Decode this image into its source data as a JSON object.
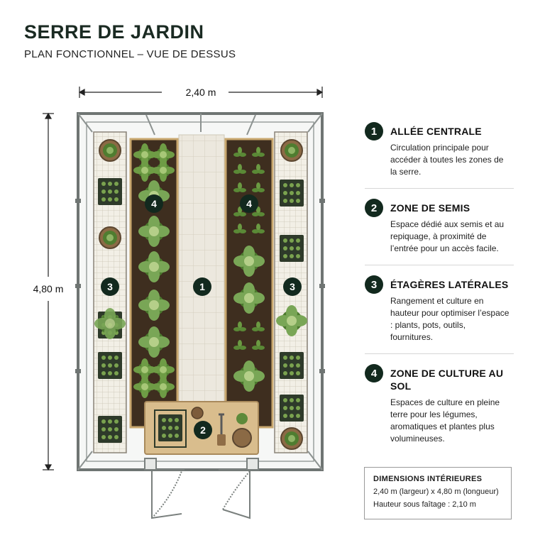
{
  "header": {
    "title": "SERRE DE JARDIN",
    "subtitle": "PLAN FONCTIONNEL – VUE DE DESSUS"
  },
  "dimensions": {
    "width_label": "2,40 m",
    "length_label": "4,80 m"
  },
  "plan_markers": [
    "1",
    "2",
    "3",
    "4"
  ],
  "legend": [
    {
      "number": "1",
      "title": "ALLÉE CENTRALE",
      "description": "Circulation principale pour accéder à toutes les zones de la serre."
    },
    {
      "number": "2",
      "title": "ZONE DE SEMIS",
      "description": "Espace dédié aux semis et au repiquage, à proximité de l’entrée pour un accès facile."
    },
    {
      "number": "3",
      "title": "ÉTAGÈRES LATÉRALES",
      "description": "Rangement et culture en hauteur pour optimiser l’espace : plants, pots, outils, fournitures."
    },
    {
      "number": "4",
      "title": "ZONE DE CULTURE AU SOL",
      "description": "Espaces de culture en pleine terre pour les légumes, aromatiques et plantes plus volumineuses."
    }
  ],
  "interior_dimensions": {
    "title": "DIMENSIONS INTÉRIEURES",
    "line1": "2,40 m (largeur) x 4,80 m (longueur)",
    "line2": "Hauteur sous faîtage : 2,10 m"
  },
  "colors": {
    "badge": "#12291e",
    "soil": "#3e2e1f",
    "paving": "#ebe7dd",
    "wood": "#d8bb8a",
    "leaf": "#5d8a3a",
    "frame": "#7a7f7d"
  }
}
